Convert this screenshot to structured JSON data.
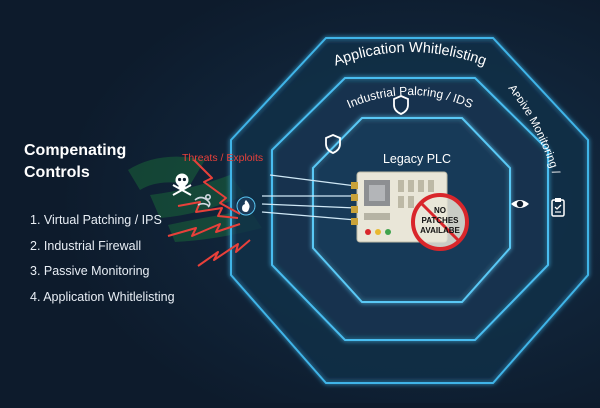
{
  "heading": {
    "line1": "Compenating",
    "line2": "Controls"
  },
  "controls": [
    "1. Virtual Patching / IPS",
    "2. Industrial Firewall",
    "3. Passive Monitoring",
    "4. Application Whitlelisting"
  ],
  "threats_label": "Threats / Exploits",
  "rings": {
    "outer_label": "Application Whitlelisting",
    "right_label": "Aᴘᴅive Monitoring /",
    "middle_label": "Industrial Palcring / IDS"
  },
  "device": {
    "label": "Legacy PLC",
    "stamp_lines": [
      "NO",
      "PATCHES",
      "AVAILABE"
    ]
  },
  "icons": [
    "skull-icon",
    "smoke-icon",
    "flame-icon",
    "shield-icon",
    "eye-icon",
    "clipboard-icon"
  ],
  "colors": {
    "background": "#0d1b2c",
    "ring_glow": "#3fb4e8",
    "threat_red": "#e8403a",
    "stamp_red": "#d9262b",
    "plc_body": "#e9e6d8",
    "watermark_green": "#1f8a3b"
  }
}
